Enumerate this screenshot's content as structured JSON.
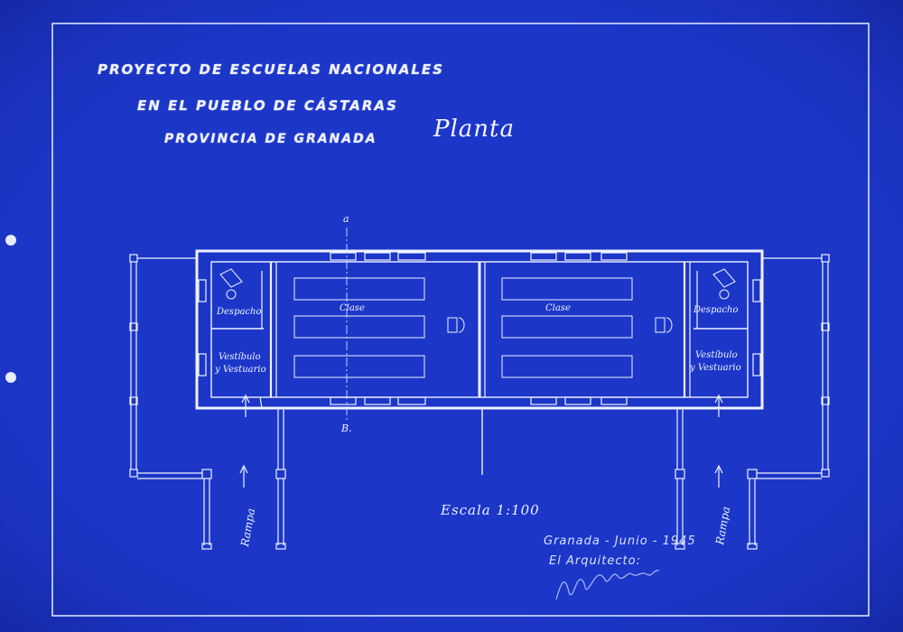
{
  "title": {
    "line1": "PROYECTO DE ESCUELAS NACIONALES",
    "line2": "EN EL PUEBLO DE CÁSTARAS",
    "line3": "PROVINCIA DE GRANADA"
  },
  "view": "Planta",
  "rooms": {
    "clase": "Clase",
    "despacho": "Despacho",
    "vestibulo_1": "Vestíbulo",
    "vestibulo_2": "y Vestuario"
  },
  "section_marks": {
    "top": "a",
    "bottom": "B."
  },
  "rampa": "Rampa",
  "scale": "Escala 1:100",
  "place_date": "Granada - Junio - 1945",
  "architect": "El Arquitecto:",
  "colors": {
    "paper": "#1c36c8",
    "line": "#e6ebff"
  }
}
